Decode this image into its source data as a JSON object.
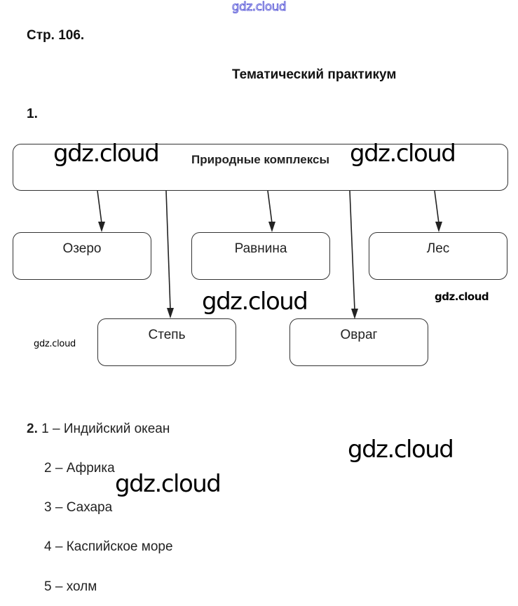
{
  "watermark": "gdz.cloud",
  "header": {
    "page_label": "Стр. 106.",
    "section_title": "Тематический практикум"
  },
  "task1": {
    "number": "1.",
    "diagram": {
      "root": "Природные комплексы",
      "children": [
        "Озеро",
        "Равнина",
        "Лес",
        "Степь",
        "Овраг"
      ]
    }
  },
  "task2": {
    "number": "2.",
    "answers": [
      "1 – Индийский океан",
      "2 – Африка",
      "3 – Сахара",
      "4 – Каспийское море",
      "5 – холм"
    ]
  }
}
